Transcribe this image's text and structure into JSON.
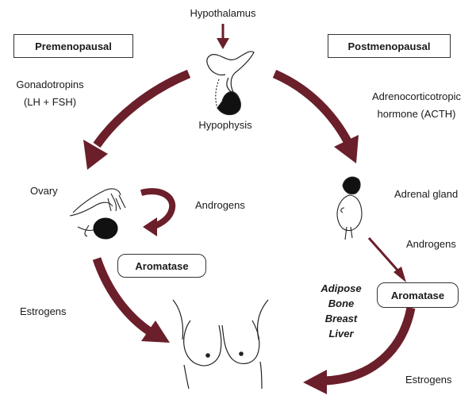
{
  "hypothalamus": "Hypothalamus",
  "hypophysis": "Hypophysis",
  "premenopausal": "Premenopausal",
  "postmenopausal": "Postmenopausal",
  "gonadotropins_line1": "Gonadotropins",
  "gonadotropins_line2": "(LH + FSH)",
  "acth_line1": "Adrenocorticotropic",
  "acth_line2": "hormone (ACTH)",
  "ovary": "Ovary",
  "androgens_left": "Androgens",
  "aromatase_left": "Aromatase",
  "estrogens_left": "Estrogens",
  "adrenal_gland": "Adrenal gland",
  "androgens_right": "Androgens",
  "aromatase_right": "Aromatase",
  "tissues": [
    "Adipose",
    "Bone",
    "Breast",
    "Liver"
  ],
  "estrogens_right": "Estrogens",
  "colors": {
    "arrow": "#6b1f2a",
    "text": "#1a1a1a",
    "box_border": "#333333"
  }
}
